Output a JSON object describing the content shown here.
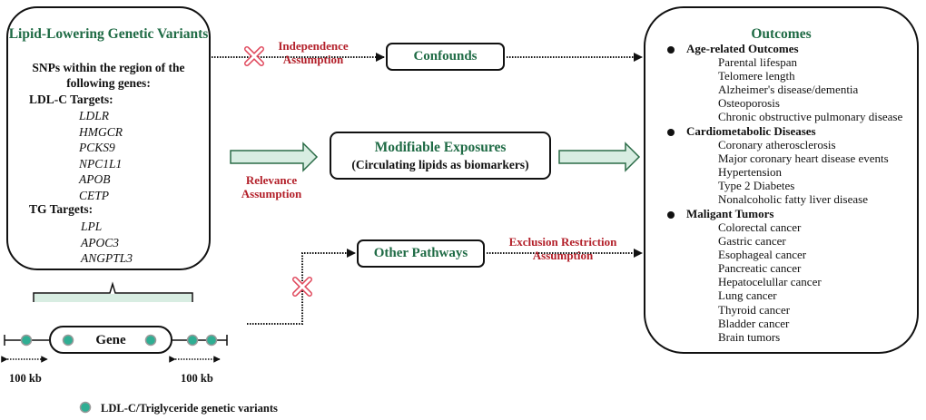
{
  "colors": {
    "heading_green": "#1f6b45",
    "assumption_red": "#b3202a",
    "arrow_fill": "#d8ede2",
    "arrow_stroke": "#2a6b47",
    "variant_dot": "#2fae93",
    "cross_mark": "#e0485c"
  },
  "variants_box": {
    "title": "Lipid-Lowering Genetic Variants",
    "subtitle": "SNPs within the region of the following genes:",
    "groups": [
      {
        "label": "LDL-C Targets:",
        "genes": [
          "LDLR",
          "HMGCR",
          "PCKS9",
          "NPC1L1",
          "APOB",
          "CETP"
        ]
      },
      {
        "label": "TG Targets:",
        "genes": [
          "LPL",
          "APOC3",
          "ANGPTL3"
        ]
      }
    ]
  },
  "gene_diagram": {
    "gene_label": "Gene",
    "left_distance": "100 kb",
    "right_distance": "100 kb",
    "legend": "LDL-C/Triglyceride genetic variants"
  },
  "middle": {
    "confounds": "Confounds",
    "exposures_title": "Modifiable Exposures",
    "exposures_subtitle": "(Circulating lipids as biomarkers)",
    "pathways": "Other Pathways"
  },
  "assumptions": {
    "independence": [
      "Independence",
      "Assumption"
    ],
    "relevance": [
      "Relevance",
      "Assumption"
    ],
    "exclusion": [
      "Exclusion Restriction",
      "Assumption"
    ]
  },
  "outcomes": {
    "title": "Outcomes",
    "categories": [
      {
        "label": "Age-related Outcomes",
        "items": [
          "Parental lifespan",
          "Telomere length",
          "Alzheimer's disease/dementia",
          "Osteoporosis",
          "Chronic obstructive pulmonary disease"
        ]
      },
      {
        "label": "Cardiometabolic Diseases",
        "items": [
          "Coronary atherosclerosis",
          "Major coronary heart disease events",
          "Hypertension",
          "Type 2 Diabetes",
          "Nonalcoholic fatty liver disease"
        ]
      },
      {
        "label": "Maligant Tumors",
        "items": [
          "Colorectal cancer",
          "Gastric cancer",
          "Esophageal cancer",
          "Pancreatic cancer",
          "Hepatocelullar cancer",
          "Lung cancer",
          "Thyroid cancer",
          "Bladder cancer",
          "Brain tumors"
        ]
      }
    ]
  }
}
